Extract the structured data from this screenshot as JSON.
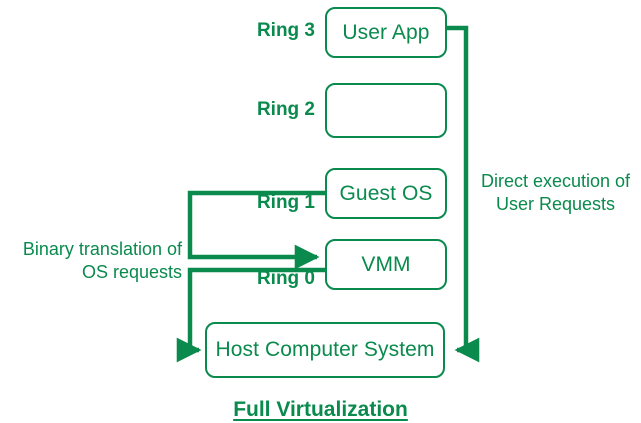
{
  "diagram": {
    "caption": "Full Virtualization",
    "accent_color": "#0a8a4d",
    "background_color": "#ffffff",
    "rings": [
      {
        "label": "Ring 3",
        "box_text": "User App"
      },
      {
        "label": "Ring 2",
        "box_text": ""
      },
      {
        "label": "Ring 1",
        "box_text": "Guest OS"
      },
      {
        "label": "Ring 0",
        "box_text": "VMM"
      }
    ],
    "host": {
      "box_text": "Host Computer System"
    },
    "annotations": {
      "left_note": "Binary translation of\nOS requests",
      "right_note": "Direct execution of\nUser Requests"
    }
  }
}
